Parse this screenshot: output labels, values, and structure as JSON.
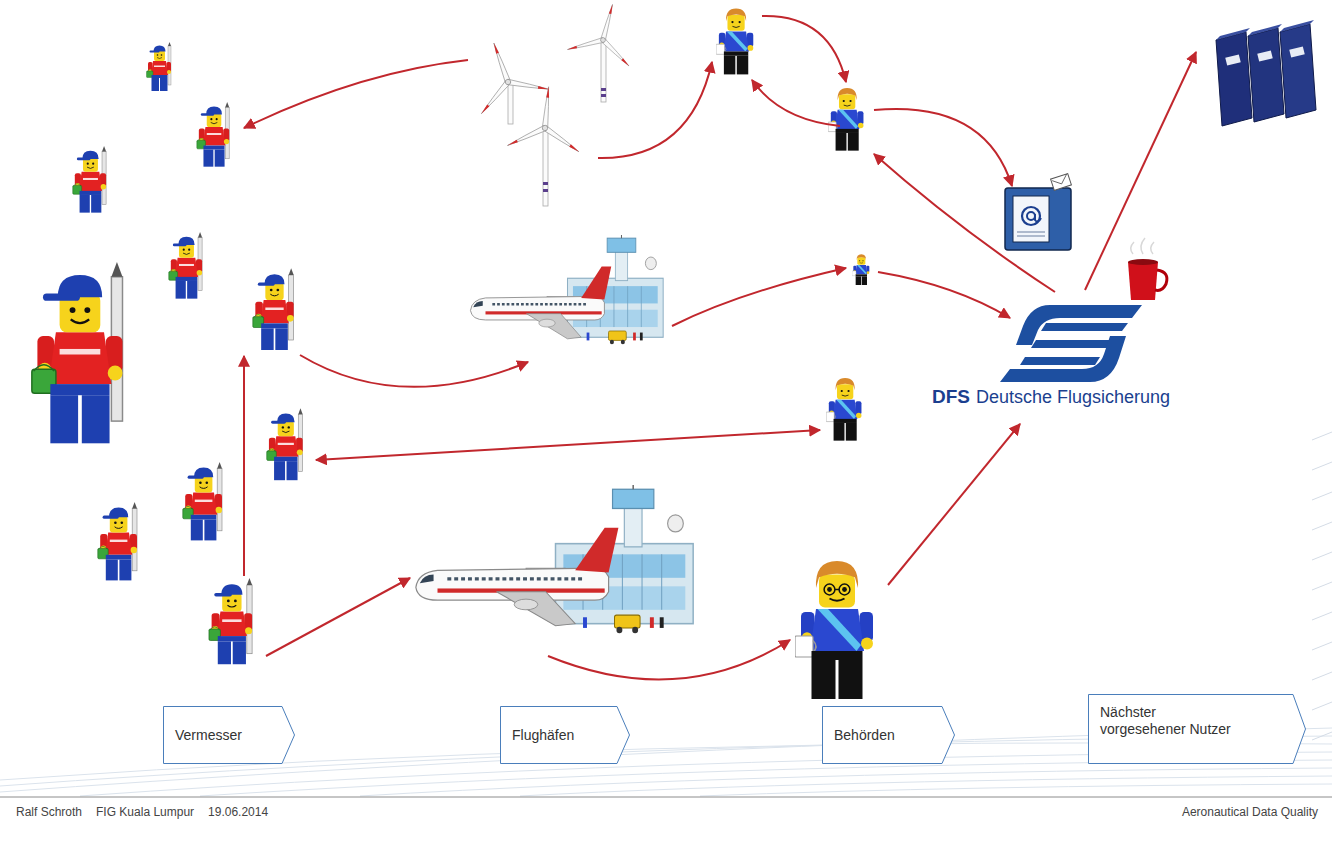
{
  "diagram": {
    "nodes": [
      {
        "text": [
          "Vermesser"
        ]
      },
      {
        "text": [
          "Flughäfen"
        ]
      },
      {
        "text": [
          "Behörden"
        ]
      },
      {
        "text": [
          "Nächster vorgesehener Nutzer"
        ]
      }
    ],
    "labels": [
      "DFS",
      "Deutsche Flugsicherung",
      "Ralf Schroth",
      "FIG Kuala Lumpur",
      "19.06.2014",
      "Aeronautical Data Quality"
    ]
  }
}
